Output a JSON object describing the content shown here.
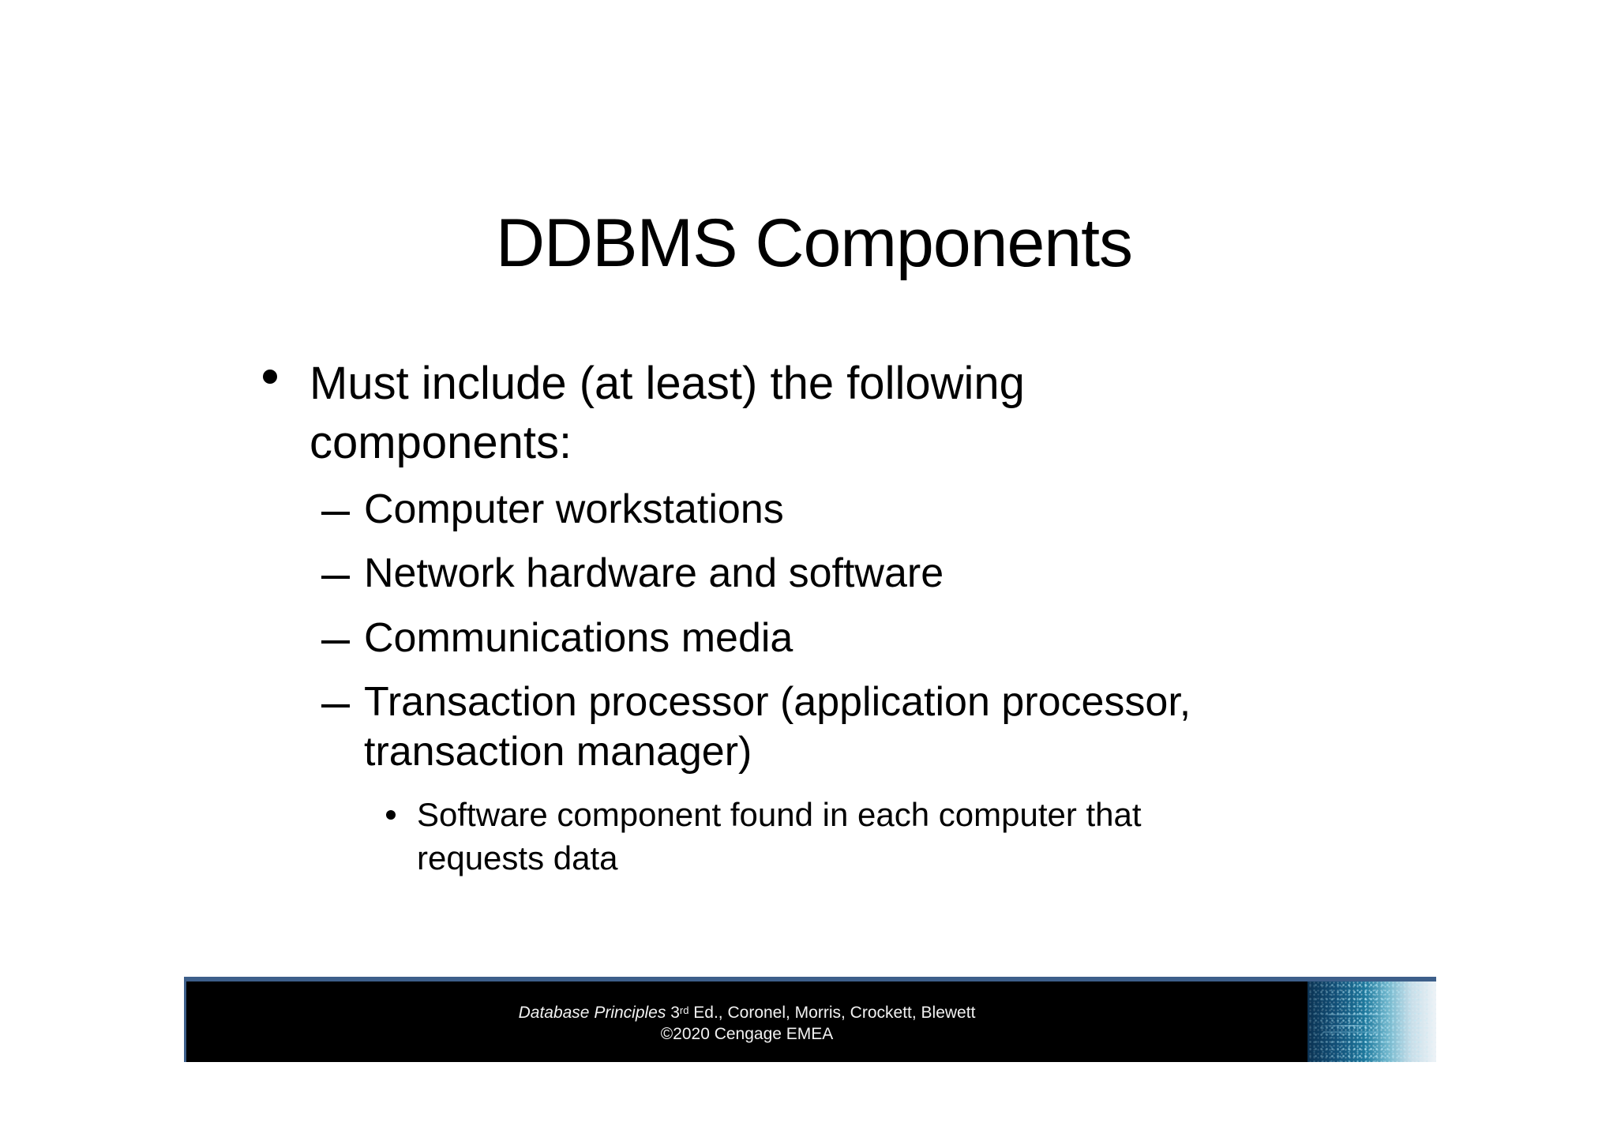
{
  "slide": {
    "title": "DDBMS Components",
    "bullets": [
      {
        "level": 1,
        "marker": "bullet-dot",
        "lines": [
          "Must include (at least) the following",
          "components:"
        ]
      },
      {
        "level": 2,
        "marker": "dash",
        "lines": [
          "Computer workstations"
        ]
      },
      {
        "level": 2,
        "marker": "dash",
        "lines": [
          "Network hardware and software"
        ]
      },
      {
        "level": 2,
        "marker": "dash",
        "lines": [
          "Communications media"
        ]
      },
      {
        "level": 2,
        "marker": "dash",
        "lines": [
          "Transaction processor (application processor,",
          "transaction manager)"
        ]
      },
      {
        "level": 3,
        "marker": "bullet-dot",
        "lines": [
          "Software component found in each computer that",
          "requests data"
        ]
      }
    ]
  },
  "footer": {
    "book_title": "Database Principles",
    "edition_number": "3",
    "edition_suffix": "rd",
    "edition_rest": " Ed., Coronel, Morris, Crockett, Blewett",
    "copyright": "©2020 Cengage EMEA",
    "colors": {
      "background": "#000000",
      "accent_border": "#3d5f8a",
      "text": "#f2f2f2"
    },
    "image": "blue-particle-gradient"
  }
}
